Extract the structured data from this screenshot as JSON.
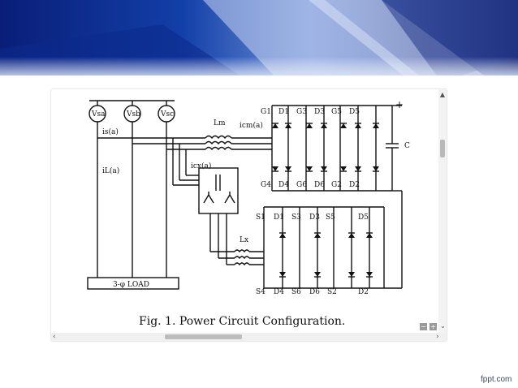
{
  "viewer": {
    "caption": "Fig. 1.   Power Circuit Configuration.",
    "zoom_out": "−",
    "zoom_in": "+",
    "scroll_up": "▲",
    "scroll_down": "⌄",
    "scroll_left": "‹",
    "scroll_right": "›"
  },
  "diagram": {
    "sources": [
      "Vsa",
      "Vsb",
      "Vsc"
    ],
    "current_is": "is(a)",
    "current_il": "iL(a)",
    "current_icx": "icx(a)",
    "current_icm": "icm(a)",
    "inductor_lm": "Lm",
    "inductor_lx": "Lx",
    "capacitor": "C",
    "plus": "+",
    "load": "3-φ LOAD",
    "top_labels": [
      "G1",
      "D1",
      "G3",
      "D3",
      "G5",
      "D5"
    ],
    "mid_labels": [
      "G4",
      "D4",
      "G6",
      "D6",
      "G2",
      "D2"
    ],
    "upper_s_labels": [
      "S1",
      "D1",
      "S3",
      "D3",
      "S5",
      "D5"
    ],
    "lower_s_labels": [
      "S4",
      "D4",
      "S6",
      "D6",
      "S2",
      "D2"
    ]
  },
  "footer": {
    "brand": "fppt.com"
  }
}
